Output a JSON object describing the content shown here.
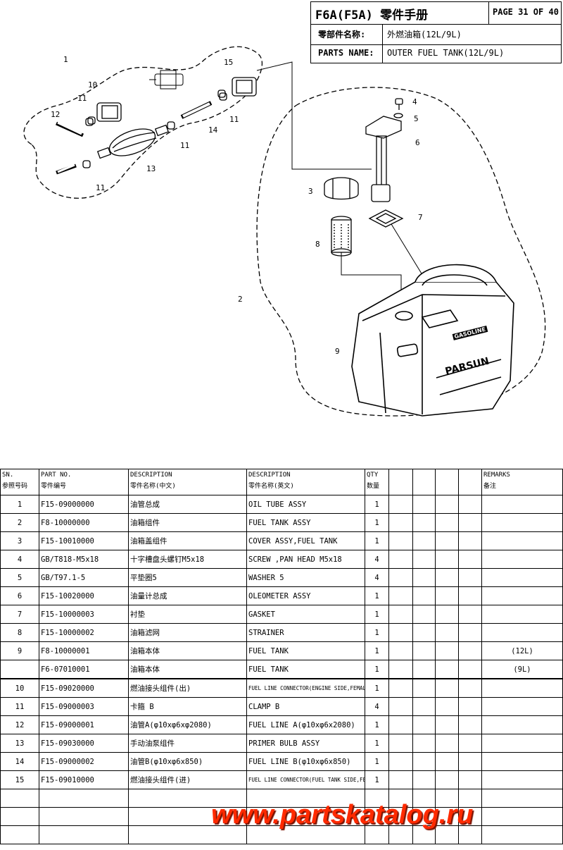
{
  "header": {
    "title": "F6A(F5A) 零件手册",
    "page": "PAGE 31 OF 40",
    "cn_label": "零部件名称:",
    "cn_value": "外燃油箱(12L/9L)",
    "en_label": "PARTS NAME:",
    "en_value": "OUTER FUEL TANK(12L/9L)"
  },
  "diagram": {
    "callouts": [
      "1",
      "2",
      "3",
      "4",
      "5",
      "6",
      "7",
      "8",
      "9",
      "10",
      "11",
      "11",
      "11",
      "11",
      "12",
      "13",
      "14",
      "15"
    ]
  },
  "table": {
    "headers": {
      "sn_en": "SN.",
      "sn_cn": "参照号码",
      "pn_en": "PART NO.",
      "pn_cn": "零件编号",
      "desc_cn_en": "DESCRIPTION",
      "desc_cn_cn": "零件名称(中文)",
      "desc_en_en": "DESCRIPTION",
      "desc_en_cn": "零件名称(英文)",
      "qty_en": "QTY",
      "qty_cn": "数量",
      "rem_en": "REMARKS",
      "rem_cn": "备注"
    },
    "rows": [
      {
        "sn": "1",
        "pn": "F15-09000000",
        "cn": "油管总成",
        "en": "OIL TUBE ASSY",
        "qty": "1",
        "rem": ""
      },
      {
        "sn": "2",
        "pn": "F8-10000000",
        "cn": "油箱组件",
        "en": "FUEL TANK ASSY",
        "qty": "1",
        "rem": ""
      },
      {
        "sn": "3",
        "pn": "F15-10010000",
        "cn": "油箱盖组件",
        "en": "COVER ASSY,FUEL TANK",
        "qty": "1",
        "rem": ""
      },
      {
        "sn": "4",
        "pn": "GB/T818-M5x18",
        "cn": "十字槽盘头螺钉M5x18",
        "en": "SCREW ,PAN HEAD M5x18",
        "qty": "4",
        "rem": ""
      },
      {
        "sn": "5",
        "pn": "GB/T97.1-5",
        "cn": "平垫圈5",
        "en": "WASHER 5",
        "qty": "4",
        "rem": ""
      },
      {
        "sn": "6",
        "pn": "F15-10020000",
        "cn": "油量计总成",
        "en": "OLEOMETER ASSY",
        "qty": "1",
        "rem": ""
      },
      {
        "sn": "7",
        "pn": "F15-10000003",
        "cn": "衬垫",
        "en": "GASKET",
        "qty": "1",
        "rem": ""
      },
      {
        "sn": "8",
        "pn": "F15-10000002",
        "cn": "油箱滤网",
        "en": "STRAINER",
        "qty": "1",
        "rem": ""
      },
      {
        "sn": "9",
        "pn": "F8-10000001",
        "cn": "油箱本体",
        "en": "FUEL TANK",
        "qty": "1",
        "rem": "(12L)"
      },
      {
        "sn": "",
        "pn": "F6-07010001",
        "cn": "油箱本体",
        "en": "FUEL TANK",
        "qty": "1",
        "rem": "(9L)"
      },
      {
        "sn": "10",
        "pn": "F15-09020000",
        "cn": "燃油接头组件(出)",
        "en": "FUEL LINE CONNECTOR(ENGINE SIDE,FEMALE)",
        "qty": "1",
        "rem": ""
      },
      {
        "sn": "11",
        "pn": "F15-09000003",
        "cn": "卡箍 B",
        "en": "CLAMP B",
        "qty": "4",
        "rem": ""
      },
      {
        "sn": "12",
        "pn": "F15-09000001",
        "cn": "油管A(φ10xφ6xφ2080)",
        "en": "FUEL LINE A(φ10xφ6x2080)",
        "qty": "1",
        "rem": ""
      },
      {
        "sn": "13",
        "pn": "F15-09030000",
        "cn": "手动油泵组件",
        "en": "PRIMER BULB ASSY",
        "qty": "1",
        "rem": ""
      },
      {
        "sn": "14",
        "pn": "F15-09000002",
        "cn": "油管B(φ10xφ6x850)",
        "en": "FUEL LINE B(φ10xφ6x850)",
        "qty": "1",
        "rem": ""
      },
      {
        "sn": "15",
        "pn": "F15-09010000",
        "cn": "燃油接头组件(进)",
        "en": "FUEL LINE CONNECTOR(FUEL TANK SIDE,FEMALE)",
        "qty": "1",
        "rem": ""
      }
    ],
    "empty_rows": 3
  },
  "tank_brand": "PARSUN",
  "tank_label": "GASOLINE",
  "watermark": "www.partskatalog.ru"
}
